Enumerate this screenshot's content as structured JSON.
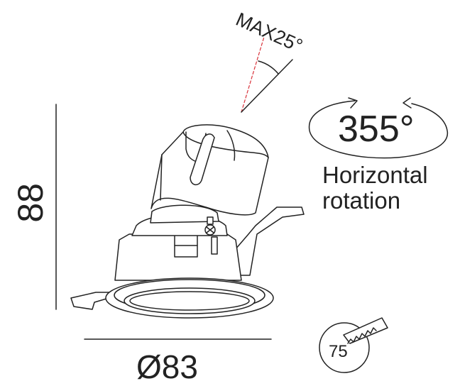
{
  "labels": {
    "max_angle": "MAX25°",
    "rotation_degrees": "355°",
    "rotation_line1": "Horizontal",
    "rotation_line2": "rotation",
    "height": "88",
    "diameter": "Ø83",
    "cutout": "75"
  },
  "colors": {
    "line": "#222222",
    "tilt_axis": "#d9323a"
  },
  "icons": [
    "saw-icon",
    "rotation-arrows-icon"
  ]
}
